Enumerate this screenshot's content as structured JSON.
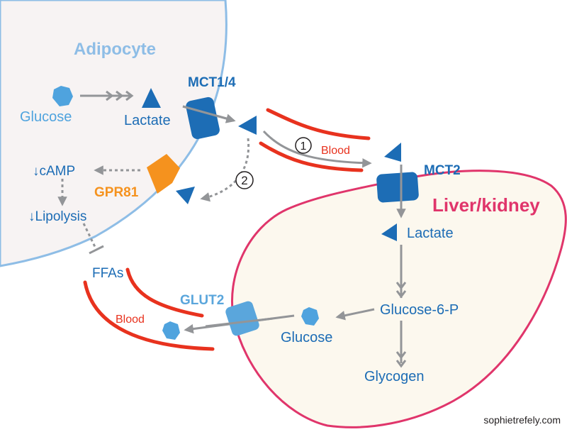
{
  "cells": {
    "adipocyte": "Adipocyte",
    "liver": "Liver/kidney"
  },
  "transporters": {
    "mct14": "MCT1/4",
    "mct2": "MCT2",
    "glut2": "GLUT2"
  },
  "receptor": "GPR81",
  "metabolites": {
    "glucose_adipocyte": "Glucose",
    "lactate_adipocyte": "Lactate",
    "lactate_liver": "Lactate",
    "glucose6p": "Glucose-6-P",
    "glycogen": "Glycogen",
    "glucose_liver": "Glucose",
    "camp": "↓cAMP",
    "lipolysis": "↓Lipolysis",
    "ffas": "FFAs"
  },
  "vessels": {
    "blood_upper": "Blood",
    "blood_lower": "Blood"
  },
  "steps": {
    "one": "1",
    "two": "2"
  },
  "credit": "sophietrefely.com",
  "colors": {
    "adipocyte_fill": "#f7f3f3",
    "adipocyte_border": "#8ebde6",
    "liver_fill": "#fcf8ee",
    "liver_border": "#e0356b",
    "transporter_dark": "#1d6db5",
    "transporter_light": "#5aa6dc",
    "lactate": "#1c6cb5",
    "glucose": "#4fa3de",
    "gpr81": "#f5921e",
    "blood": "#e8321e",
    "arrow": "#939598"
  }
}
